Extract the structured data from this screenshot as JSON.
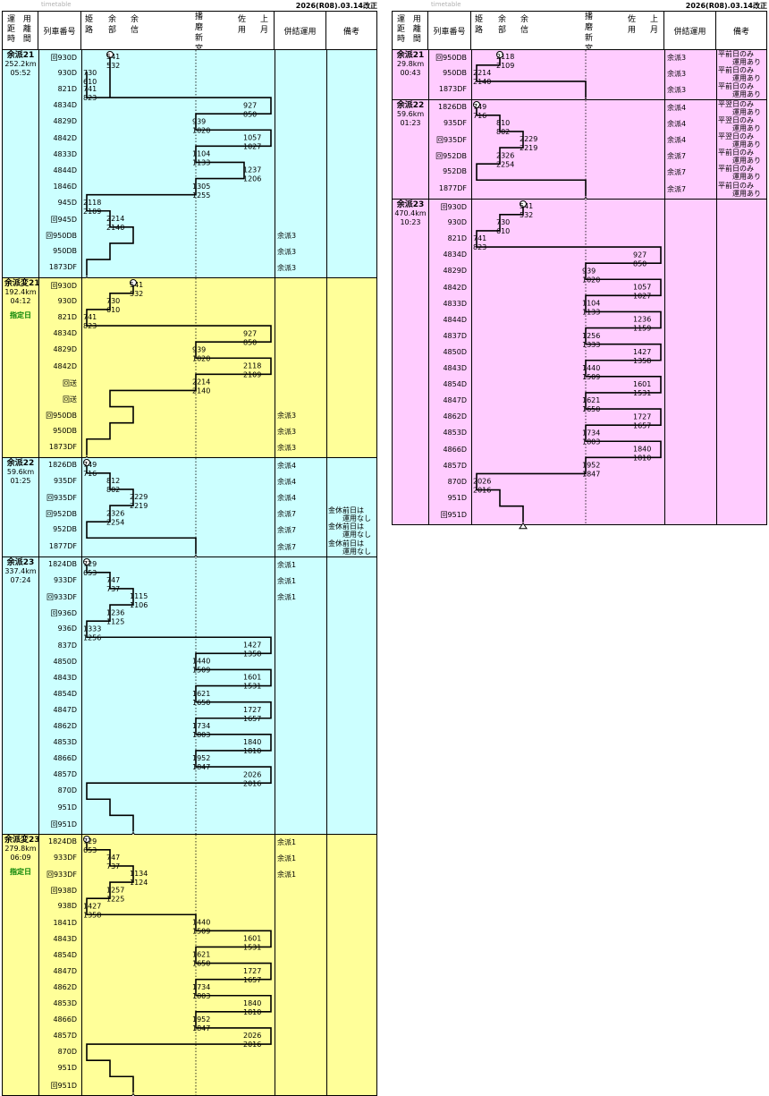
{
  "header": {
    "faint_label": "timetable",
    "revision": "2026(R08).03.14改正",
    "col_unyo": "運 用\n距 離\n時 間",
    "col_train": "列車番号",
    "col_coupled": "併結運用",
    "col_remarks": "備考",
    "stations": {
      "himeji": "姫\n路",
      "yobu": "余\n部",
      "yoshin": "余\n信",
      "harima": "播\n磨\n新\n宮",
      "sayo": "佐\n用",
      "kazuki": "上\n月"
    }
  },
  "colors": {
    "blue": "#ccffff",
    "yellow": "#ffff99",
    "pink": "#ffccff"
  },
  "left": {
    "blocks": [
      {
        "id": "L1",
        "color": "blue",
        "name": "余派21",
        "distance": "252.2km",
        "time": "05:52",
        "special": "",
        "trains": [
          "回930D",
          "930D",
          "821D",
          "4834D",
          "4829D",
          "4842D",
          "4833D",
          "4844D",
          "1846D",
          "945D",
          "回945D",
          "回950DB",
          "950DB",
          "1873DF"
        ],
        "coupled": [
          "",
          "",
          "",
          "",
          "",
          "",
          "",
          "",
          "",
          "",
          "",
          "余派3",
          "余派3",
          "余派3"
        ],
        "remarks": [
          "",
          "",
          "",
          "",
          "",
          "",
          "",
          "",
          "",
          "",
          "",
          "",
          "",
          ""
        ],
        "times": [
          [
            "541",
            0
          ],
          [
            "532",
            1
          ],
          [
            "610",
            1
          ],
          [
            "730",
            0
          ],
          [
            "823",
            1
          ],
          [
            "741",
            0
          ],
          [
            "927",
            0
          ],
          [
            "850",
            1
          ],
          [
            "1020",
            1
          ],
          [
            "939",
            0
          ],
          [
            "1057",
            0
          ],
          [
            "1027",
            1
          ],
          [
            "1133",
            1
          ],
          [
            "1104",
            0
          ],
          [
            "1237",
            0
          ],
          [
            "1206",
            1
          ],
          [
            "1305",
            0
          ],
          [
            "1255",
            1
          ],
          [
            "2118",
            0
          ],
          [
            "2109",
            1
          ],
          [
            "2214",
            0
          ],
          [
            "2140",
            1
          ]
        ]
      },
      {
        "id": "L2",
        "color": "yellow",
        "name": "余派変21",
        "distance": "192.4km",
        "time": "04:12",
        "special": "指定日",
        "trains": [
          "回930D",
          "930D",
          "821D",
          "4834D",
          "4829D",
          "4842D",
          "回送",
          "回送",
          "回950DB",
          "950DB",
          "1873DF"
        ],
        "coupled": [
          "",
          "",
          "",
          "",
          "",
          "",
          "",
          "",
          "余派3",
          "余派3",
          "余派3"
        ],
        "remarks": [
          "",
          "",
          "",
          "",
          "",
          "",
          "",
          "",
          "",
          "",
          ""
        ],
        "times": [
          [
            "541",
            0
          ],
          [
            "532",
            1
          ],
          [
            "610",
            1
          ],
          [
            "730",
            0
          ],
          [
            "823",
            1
          ],
          [
            "741",
            0
          ],
          [
            "927",
            0
          ],
          [
            "850",
            1
          ],
          [
            "1020",
            1
          ],
          [
            "939",
            0
          ],
          [
            "2118",
            0
          ],
          [
            "2109",
            1
          ],
          [
            "2214",
            0
          ],
          [
            "2140",
            1
          ]
        ]
      },
      {
        "id": "L3",
        "color": "blue",
        "name": "余派22",
        "distance": "59.6km",
        "time": "01:25",
        "special": "",
        "trains": [
          "1826DB",
          "935DF",
          "回935DF",
          "回952DB",
          "952DB",
          "1877DF"
        ],
        "coupled": [
          "余派4",
          "余派4",
          "余派4",
          "余派7",
          "余派7",
          "余派7"
        ],
        "remarks": [
          "",
          "",
          "",
          "金休前日は\n　　運用なし",
          "金休前日は\n　　運用なし",
          "金休前日は\n　　運用なし"
        ],
        "times": [
          [
            "749",
            0
          ],
          [
            "716",
            1
          ],
          [
            "812",
            0
          ],
          [
            "802",
            1
          ],
          [
            "2229",
            0
          ],
          [
            "2219",
            1
          ],
          [
            "2326",
            0
          ],
          [
            "2254",
            1
          ]
        ]
      },
      {
        "id": "L4",
        "color": "blue",
        "name": "余派23",
        "distance": "337.4km",
        "time": "07:24",
        "special": "",
        "trains": [
          "1824DB",
          "933DF",
          "回933DF",
          "回936D",
          "936D",
          "837D",
          "4850D",
          "4843D",
          "4854D",
          "4847D",
          "4862D",
          "4853D",
          "4866D",
          "4857D",
          "870D",
          "951D",
          "回951D"
        ],
        "coupled": [
          "余派1",
          "余派1",
          "余派1",
          "",
          "",
          "",
          "",
          "",
          "",
          "",
          "",
          "",
          "",
          "",
          "",
          "",
          ""
        ],
        "remarks": [
          "",
          "",
          "",
          "",
          "",
          "",
          "",
          "",
          "",
          "",
          "",
          "",
          "",
          "",
          "",
          "",
          ""
        ],
        "times": [
          [
            "729",
            0
          ],
          [
            "653",
            1
          ],
          [
            "747",
            0
          ],
          [
            "737",
            1
          ],
          [
            "1115",
            0
          ],
          [
            "1106",
            1
          ],
          [
            "1236",
            0
          ],
          [
            "1125",
            1
          ],
          [
            "1333",
            0
          ],
          [
            "1256",
            1
          ],
          [
            "1427",
            0
          ],
          [
            "1358",
            1
          ],
          [
            "1509",
            1
          ],
          [
            "1440",
            0
          ],
          [
            "1601",
            0
          ],
          [
            "1531",
            1
          ],
          [
            "1650",
            1
          ],
          [
            "1621",
            0
          ],
          [
            "1727",
            0
          ],
          [
            "1657",
            1
          ],
          [
            "1803",
            1
          ],
          [
            "1734",
            0
          ],
          [
            "1840",
            0
          ],
          [
            "1810",
            1
          ],
          [
            "1952",
            0
          ],
          [
            "1847",
            1
          ],
          [
            "2026",
            0
          ],
          [
            "2016",
            1
          ]
        ]
      },
      {
        "id": "L5",
        "color": "yellow",
        "name": "余派変23",
        "distance": "279.8km",
        "time": "06:09",
        "special": "指定日",
        "trains": [
          "1824DB",
          "933DF",
          "回933DF",
          "回938D",
          "938D",
          "1841D",
          "4843D",
          "4854D",
          "4847D",
          "4862D",
          "4853D",
          "4866D",
          "4857D",
          "870D",
          "951D",
          "回951D"
        ],
        "coupled": [
          "余派1",
          "余派1",
          "余派1",
          "",
          "",
          "",
          "",
          "",
          "",
          "",
          "",
          "",
          "",
          "",
          "",
          ""
        ],
        "remarks": [
          "",
          "",
          "",
          "",
          "",
          "",
          "",
          "",
          "",
          "",
          "",
          "",
          "",
          "",
          "",
          ""
        ],
        "times": [
          [
            "729",
            0
          ],
          [
            "653",
            1
          ],
          [
            "747",
            0
          ],
          [
            "737",
            1
          ],
          [
            "1134",
            0
          ],
          [
            "1124",
            1
          ],
          [
            "1257",
            0
          ],
          [
            "1225",
            1
          ],
          [
            "1427",
            0
          ],
          [
            "1358",
            1
          ],
          [
            "1509",
            1
          ],
          [
            "1440",
            0
          ],
          [
            "1601",
            0
          ],
          [
            "1531",
            1
          ],
          [
            "1650",
            1
          ],
          [
            "1621",
            0
          ],
          [
            "1727",
            0
          ],
          [
            "1657",
            1
          ],
          [
            "1803",
            1
          ],
          [
            "1734",
            0
          ],
          [
            "1840",
            0
          ],
          [
            "1810",
            1
          ],
          [
            "1952",
            0
          ],
          [
            "1847",
            1
          ],
          [
            "2026",
            0
          ],
          [
            "2016",
            1
          ]
        ]
      }
    ]
  },
  "right": {
    "blocks": [
      {
        "id": "R1",
        "color": "pink",
        "name": "余派21",
        "distance": "29.8km",
        "time": "00:43",
        "special": "",
        "trains": [
          "回950DB",
          "950DB",
          "1873DF"
        ],
        "coupled": [
          "余派3",
          "余派3",
          "余派3"
        ],
        "remarks": [
          "平前日のみ\n　　運用あり",
          "平前日のみ\n　　運用あり",
          "平前日のみ\n　　運用あり"
        ],
        "times": [
          [
            "2118",
            0
          ],
          [
            "2109",
            1
          ],
          [
            "2214",
            0
          ],
          [
            "2140",
            1
          ]
        ]
      },
      {
        "id": "R2",
        "color": "pink",
        "name": "余派22",
        "distance": "59.6km",
        "time": "01:23",
        "special": "",
        "trains": [
          "1826DB",
          "935DF",
          "回935DF",
          "回952DB",
          "952DB",
          "1877DF"
        ],
        "coupled": [
          "余派4",
          "余派4",
          "余派4",
          "余派7",
          "余派7",
          "余派7"
        ],
        "remarks": [
          "平翌日のみ\n　　運用あり",
          "平翌日のみ\n　　運用あり",
          "平翌日のみ\n　　運用あり",
          "平前日のみ\n　　運用あり",
          "平前日のみ\n　　運用あり",
          "平前日のみ\n　　運用あり"
        ],
        "times": [
          [
            "749",
            0
          ],
          [
            "716",
            1
          ],
          [
            "810",
            0
          ],
          [
            "802",
            1
          ],
          [
            "2229",
            0
          ],
          [
            "2219",
            1
          ],
          [
            "2326",
            0
          ],
          [
            "2254",
            1
          ]
        ]
      },
      {
        "id": "R3",
        "color": "pink",
        "name": "余派23",
        "distance": "470.4km",
        "time": "10:23",
        "special": "",
        "trains": [
          "回930D",
          "930D",
          "821D",
          "4834D",
          "4829D",
          "4842D",
          "4833D",
          "4844D",
          "4837D",
          "4850D",
          "4843D",
          "4854D",
          "4847D",
          "4862D",
          "4853D",
          "4866D",
          "4857D",
          "870D",
          "951D",
          "回951D"
        ],
        "coupled": [
          "",
          "",
          "",
          "",
          "",
          "",
          "",
          "",
          "",
          "",
          "",
          "",
          "",
          "",
          "",
          "",
          "",
          "",
          "",
          ""
        ],
        "remarks": [
          "",
          "",
          "",
          "",
          "",
          "",
          "",
          "",
          "",
          "",
          "",
          "",
          "",
          "",
          "",
          "",
          "",
          "",
          "",
          ""
        ],
        "times": [
          [
            "541",
            0
          ],
          [
            "532",
            1
          ],
          [
            "610",
            1
          ],
          [
            "730",
            0
          ],
          [
            "823",
            1
          ],
          [
            "741",
            0
          ],
          [
            "927",
            0
          ],
          [
            "850",
            1
          ],
          [
            "1020",
            1
          ],
          [
            "939",
            0
          ],
          [
            "1057",
            0
          ],
          [
            "1027",
            1
          ],
          [
            "1133",
            1
          ],
          [
            "1104",
            0
          ],
          [
            "1236",
            0
          ],
          [
            "1159",
            1
          ],
          [
            "1333",
            1
          ],
          [
            "1256",
            0
          ],
          [
            "1427",
            0
          ],
          [
            "1358",
            1
          ],
          [
            "1509",
            1
          ],
          [
            "1440",
            0
          ],
          [
            "1601",
            0
          ],
          [
            "1531",
            1
          ],
          [
            "1650",
            1
          ],
          [
            "1621",
            0
          ],
          [
            "1727",
            0
          ],
          [
            "1657",
            1
          ],
          [
            "1803",
            1
          ],
          [
            "1734",
            0
          ],
          [
            "1840",
            0
          ],
          [
            "1810",
            1
          ],
          [
            "1952",
            0
          ],
          [
            "1847",
            1
          ],
          [
            "2026",
            0
          ],
          [
            "2016",
            1
          ]
        ]
      }
    ]
  }
}
